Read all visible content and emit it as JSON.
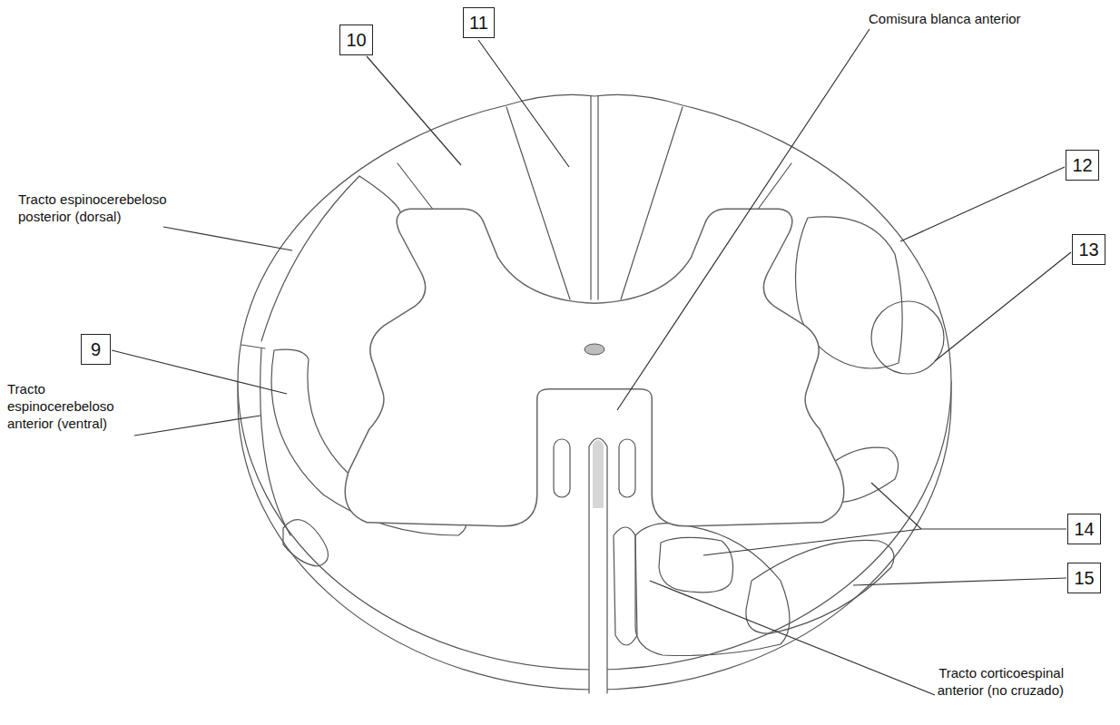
{
  "diagram": {
    "nodes": [
      {
        "text": [
          "11"
        ]
      },
      {
        "text": [
          "10"
        ]
      },
      {
        "text": [
          "12"
        ]
      },
      {
        "text": [
          "13"
        ]
      },
      {
        "text": [
          "9"
        ]
      },
      {
        "text": [
          "14"
        ]
      },
      {
        "text": [
          "15"
        ]
      }
    ],
    "labels": [
      "Comisura blanca anterior",
      "Tracto espinocerebeloso posterior (dorsal)",
      "Tracto espinocerebeloso anterior (ventral)",
      "Tracto corticoespinal anterior (no cruzado)"
    ]
  }
}
